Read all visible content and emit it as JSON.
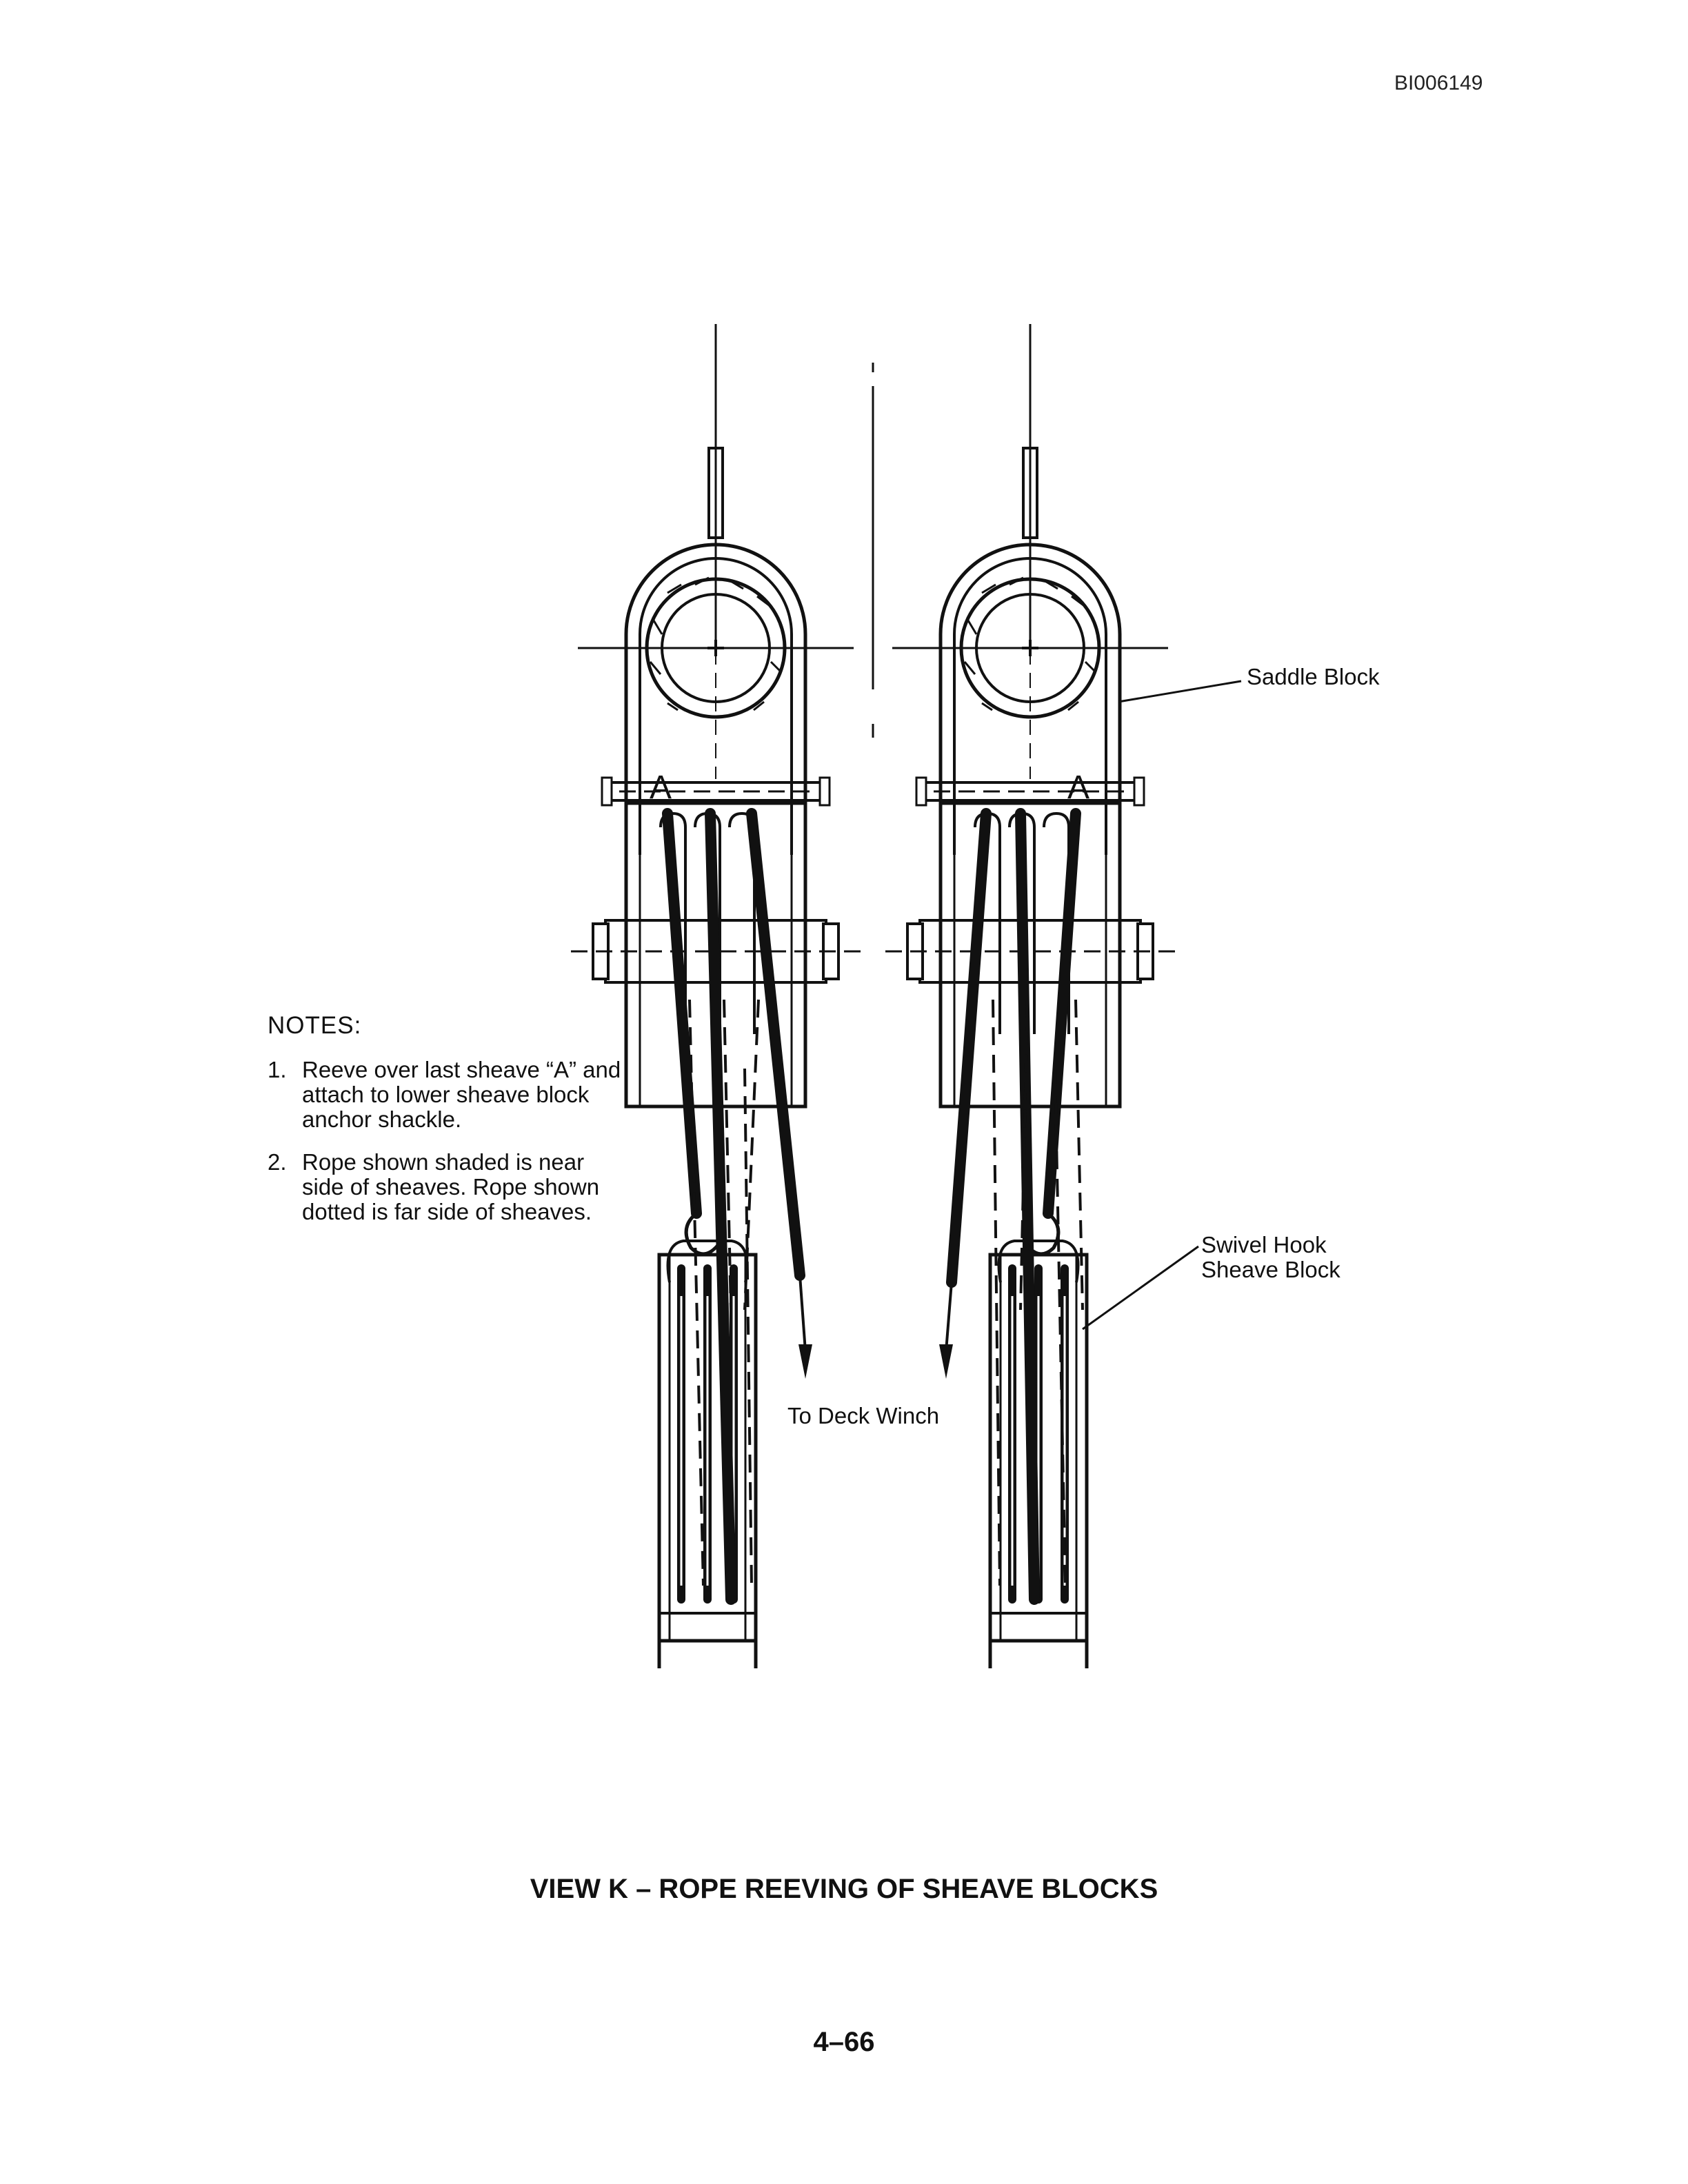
{
  "doc_id": "BI006149",
  "diagram": {
    "sheave_marker_left": "A",
    "sheave_marker_right": "A",
    "labels": {
      "saddle_block": "Saddle Block",
      "swivel_hook_line1": "Swivel Hook",
      "swivel_hook_line2": "Sheave Block",
      "deck_winch": "To Deck Winch"
    }
  },
  "notes": {
    "heading": "NOTES:",
    "items": [
      {
        "num": "1.",
        "text": "Reeve over last sheave “A” and attach to lower sheave block anchor shackle."
      },
      {
        "num": "2.",
        "text": "Rope shown shaded is near side of sheaves. Rope shown dotted is far side of sheaves."
      }
    ]
  },
  "caption": "VIEW K – ROPE REEVING OF SHEAVE BLOCKS",
  "page_number": "4–66"
}
